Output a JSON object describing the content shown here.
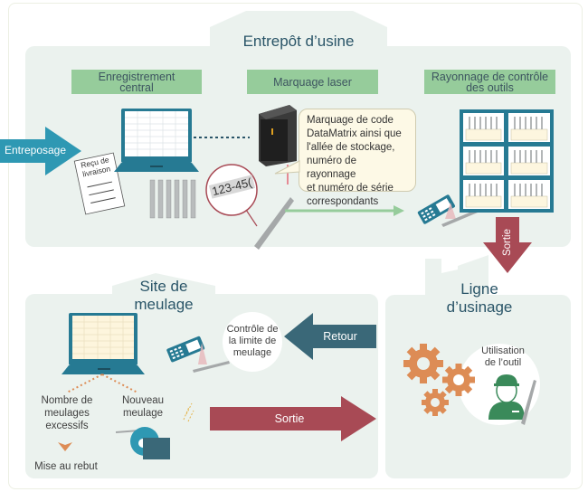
{
  "colors": {
    "panel_bg": "#ebf2ee",
    "label_green": "#96cc9b",
    "title_text": "#2a5568",
    "teal_arrow": "#2e98b3",
    "return_arrow": "#3a6878",
    "exit_arrow": "#a84a55",
    "gear_orange": "#dd8c55",
    "laptop_blue": "#267a93",
    "worker_green": "#3a8a5a"
  },
  "warehouse": {
    "title": "Entrepôt d’usine",
    "sections": [
      {
        "label": "Enregistrement central"
      },
      {
        "label": "Marquage laser"
      },
      {
        "label": "Rayonnage de contrôle des outils"
      }
    ],
    "entry_arrow": "Entreposage",
    "receipt_text": "Reçu de livraison",
    "marking_sample": "123-45(",
    "callout_lines": [
      "Marquage de code",
      "DataMatrix ainsi que",
      "l'allée de stockage,",
      "numéro de rayonnage",
      "et numéro de série",
      "correspondants"
    ],
    "exit_down_arrow": "Sortie"
  },
  "grinding_site": {
    "title_line1": "Site de",
    "title_line2": "meulage",
    "check_circle_lines": [
      "Contrôle de",
      "la limite de",
      "meulage"
    ],
    "excess_lines": [
      "Nombre de",
      "meulages",
      "excessifs"
    ],
    "new_grind_lines": [
      "Nouveau",
      "meulage"
    ],
    "scrap_label": "Mise au rebut"
  },
  "machining_line": {
    "title_line1": "Ligne",
    "title_line2": "d’usinage",
    "usage_lines": [
      "Utilisation",
      "de l’outil"
    ]
  },
  "flows": {
    "return_label": "Retour",
    "exit_label": "Sortie"
  }
}
